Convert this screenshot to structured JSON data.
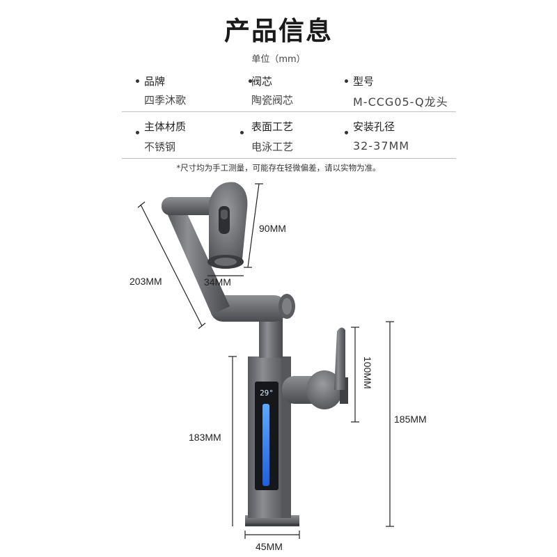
{
  "header": {
    "title": "产品信息",
    "unit": "单位（mm）"
  },
  "specs": {
    "row1": [
      {
        "label": "品牌",
        "value": "四季沐歌"
      },
      {
        "label": "阀芯",
        "value": "陶瓷阀芯"
      },
      {
        "label": "型号",
        "value": "M-CCG05-Q龙头"
      }
    ],
    "row2": [
      {
        "label": "主体材质",
        "value": "不锈钢"
      },
      {
        "label": "表面工艺",
        "value": "电泳工艺"
      },
      {
        "label": "安装孔径",
        "value": "32-37MM"
      }
    ]
  },
  "note": "*尺寸均为手工测量，可能存在轻微偏差，请以实物为准。",
  "diagram": {
    "display_temperature": "29°",
    "dimensions": {
      "spout_height": "90MM",
      "arm_length": "203MM",
      "spout_width": "34MM",
      "handle_height": "100MM",
      "body_height": "183MM",
      "total_height": "185MM",
      "base_width": "45MM"
    }
  },
  "colors": {
    "metal": "#6f7175",
    "metal_dark": "#4b4d51",
    "display_blue": "#2f7dff"
  }
}
